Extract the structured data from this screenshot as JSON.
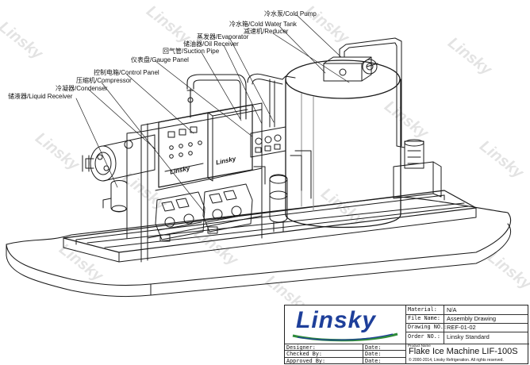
{
  "callouts": [
    {
      "id": "cold-pump",
      "cn": "冷水泵",
      "en": "Cold Pump"
    },
    {
      "id": "cold-water-tank",
      "cn": "冷水箱",
      "en": "Cold Water Tank"
    },
    {
      "id": "reducer",
      "cn": "减速机",
      "en": "Reducer"
    },
    {
      "id": "evaporator",
      "cn": "蒸发器",
      "en": "Evaporator"
    },
    {
      "id": "oil-receiver",
      "cn": "储油器",
      "en": "Oil Receiver"
    },
    {
      "id": "suction-pipe",
      "cn": "回气管",
      "en": "Suction Pipe"
    },
    {
      "id": "gauge-panel",
      "cn": "仪表盘",
      "en": "Gauge Panel"
    },
    {
      "id": "control-panel",
      "cn": "控制电箱",
      "en": "Control Panel"
    },
    {
      "id": "compressor",
      "cn": "压缩机",
      "en": "Compressor"
    },
    {
      "id": "condenser",
      "cn": "冷凝器",
      "en": "Condenser"
    },
    {
      "id": "liquid-receiver",
      "cn": "储液器",
      "en": "Liquid Receiver"
    }
  ],
  "watermark": "Linsky",
  "panel_brand": "Linsky",
  "title_block": {
    "logo": "Linsky",
    "material_label": "Material:",
    "material_value": "N/A",
    "file_name_label": "File Name:",
    "file_name_value": "Assembly Drawing",
    "drawing_no_label": "Drawing NO.:",
    "drawing_no_value": "REF-01-02",
    "order_no_label": "Order NO.:",
    "order_no_value": "Linsky Standard",
    "designer_label": "Designer:",
    "checked_by_label": "Checked By:",
    "approved_by_label": "Approved By:",
    "date_label": "Date:",
    "product_name_label": "Product Name",
    "product_name": "Flake Ice Machine LIF-100S",
    "copyright": "©  2000-2014, Linsky Refrigeration. All rights reserved."
  },
  "colors": {
    "logo_blue": "#1e3f9a",
    "logo_green": "#2e8b3a",
    "line": "#1a1a1a"
  }
}
